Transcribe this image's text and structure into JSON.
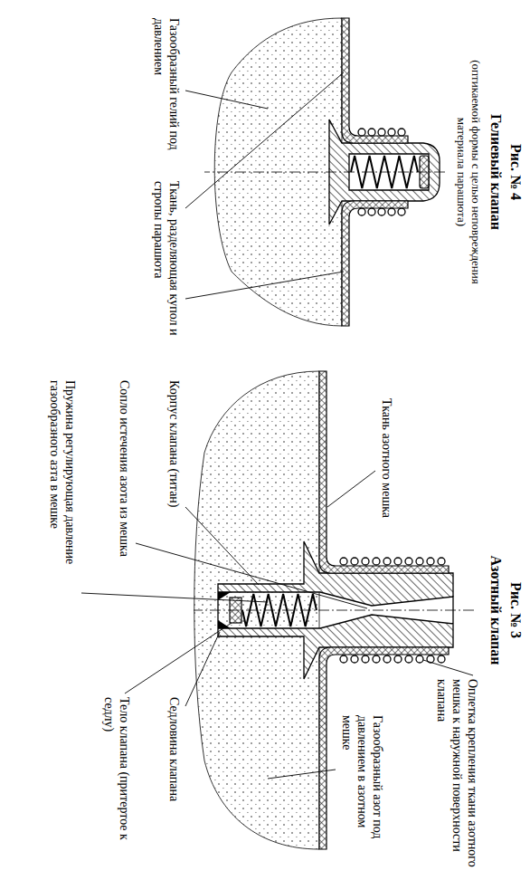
{
  "diagram": {
    "labels": [
      "Рис. № 3",
      "Азотный клапан",
      "Ткань азотного мешка",
      "Оплетка крепления ткани азотного мешка к наружной поверхности клапана",
      "Газообразный азот под давлением в азотном мешке",
      "Седловина клапана",
      "Тело клапана (притертое к седлу)",
      "Корпус клапана (титан)",
      "Сопло истечения азота из мешка",
      "Пружина регулирующая давление газообразного азта в мешке",
      "Рис. № 4",
      "Гелиевый клапан",
      "(оптикаемой формы с целью неповреждения материала парашюта)",
      "Газообразный гелий под давлением",
      "Ткань, разделяющая купол и стропы парашюта"
    ]
  }
}
